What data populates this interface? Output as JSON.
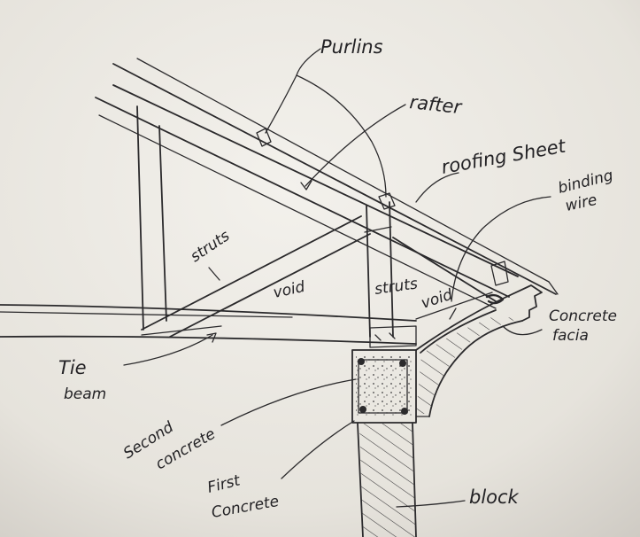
{
  "labels": {
    "purlins": "Purlins",
    "rafter": "rafter",
    "roofing_sheet": "roofing Sheet",
    "binding_wire_1": "binding",
    "binding_wire_2": "wire",
    "struts_left": "struts",
    "void_left": "void",
    "struts_right": "struts",
    "void_right": "void",
    "concrete_facia_1": "Concrete",
    "concrete_facia_2": "facia",
    "tie_beam_1": "Tie",
    "tie_beam_2": "beam",
    "second_concrete_1": "Second",
    "second_concrete_2": "concrete",
    "first_concrete_1": "First",
    "first_concrete_2": "Concrete",
    "block": "block"
  },
  "colors": {
    "ink": "#2b2a2c",
    "paper": "#e9e6e0"
  }
}
